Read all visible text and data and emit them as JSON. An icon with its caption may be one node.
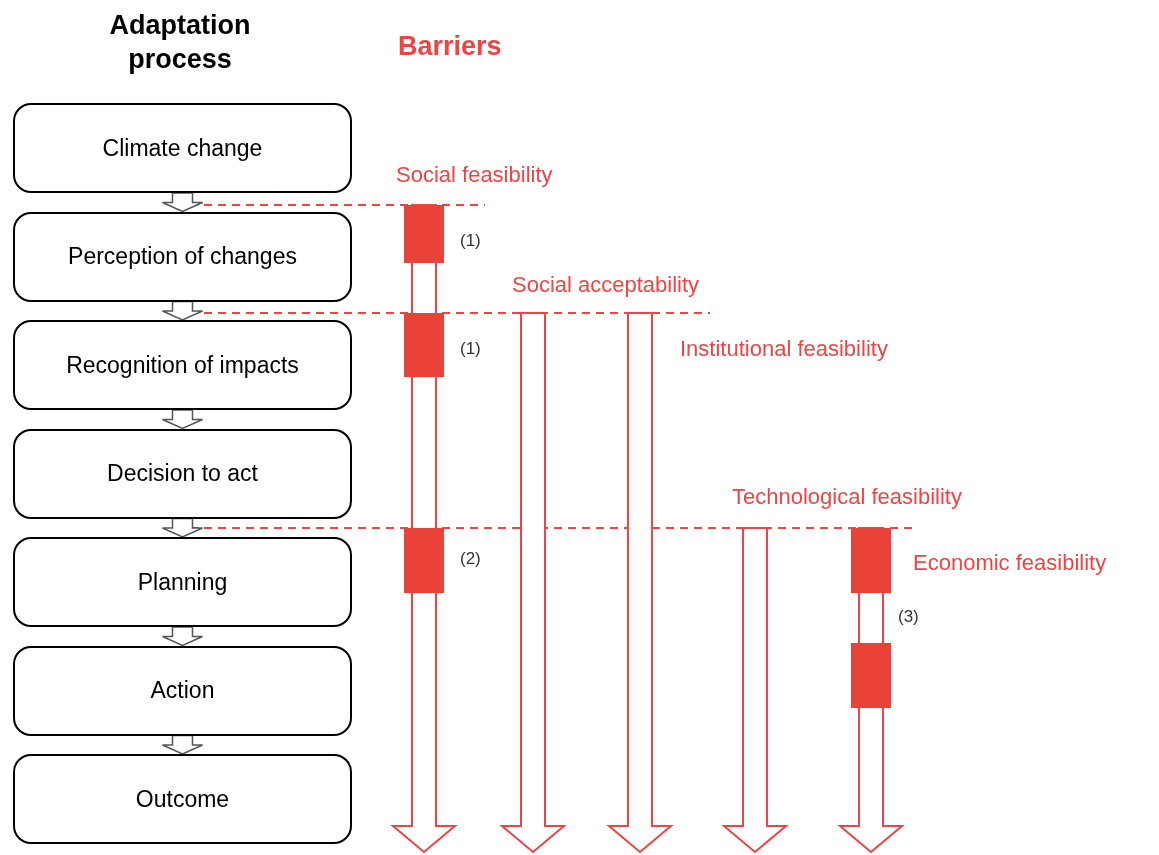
{
  "diagram": {
    "nodes": [
      {
        "text": [
          "Climate change"
        ]
      },
      {
        "text": [
          "Perception of changes"
        ]
      },
      {
        "text": [
          "Recognition of impacts"
        ]
      },
      {
        "text": [
          "Decision to act"
        ]
      },
      {
        "text": [
          "Planning"
        ]
      },
      {
        "text": [
          "Action"
        ]
      },
      {
        "text": [
          "Outcome"
        ]
      }
    ],
    "edges": [
      {
        "from": 0,
        "to": 1,
        "arrow": "to"
      },
      {
        "from": 1,
        "to": 2,
        "arrow": "to"
      },
      {
        "from": 2,
        "to": 3,
        "arrow": "to"
      },
      {
        "from": 3,
        "to": 4,
        "arrow": "to"
      },
      {
        "from": 4,
        "to": 5,
        "arrow": "to"
      },
      {
        "from": 5,
        "to": 6,
        "arrow": "to"
      }
    ],
    "labels": [
      "Adaptation process",
      "Barriers",
      "Social feasibility",
      "(1)",
      "Social acceptability",
      "(1)",
      "Institutional feasibility",
      "Technological feasibility",
      "(2)",
      "Economic feasibility",
      "(3)"
    ]
  }
}
